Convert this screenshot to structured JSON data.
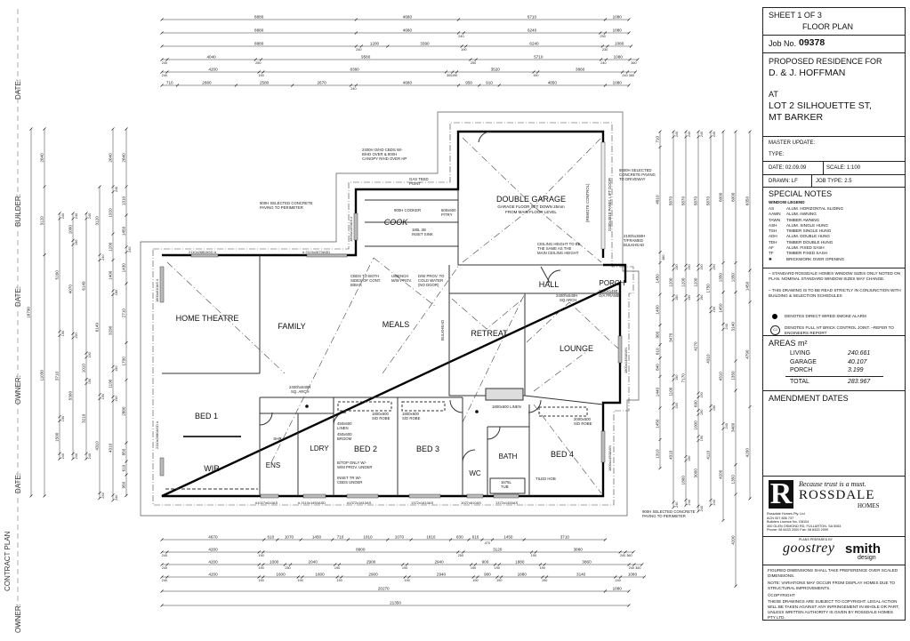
{
  "margin_labels": [
    "DATE:",
    "BUILDER:",
    "DATE:",
    "OWNER:",
    "DATE:",
    "CONTRACT PLAN",
    "OWNER:"
  ],
  "title_block": {
    "sheet": "SHEET   1  OF 3",
    "sheet_title": "FLOOR PLAN",
    "job_no_label": "Job No.",
    "job_no": "09378",
    "proposed": "PROPOSED RESIDENCE FOR",
    "client": "D. & J. HOFFMAN",
    "at": "AT",
    "address_1": "LOT 2 SILHOUETTE ST,",
    "address_2": "MT BARKER",
    "master_update": "MASTER UPDATE:",
    "type": "TYPE:",
    "date": "DATE: 02.09.09",
    "scale": "SCALE: 1:100",
    "drawn": "DRAWN: LF",
    "job_type": "JOB TYPE: 2.5",
    "special_notes": "SPECIAL NOTES",
    "window_legend_title": "WINDOW LEGEND",
    "window_legend": [
      {
        "code": "AS",
        "desc": "ALUM. HORIZONTAL SLIDING"
      },
      {
        "code": "AAWN",
        "desc": "ALUM. AWNING"
      },
      {
        "code": "TAWN",
        "desc": "TIMBER AWNING"
      },
      {
        "code": "ASH",
        "desc": "ALUM. SINGLE HUNG"
      },
      {
        "code": "TSH",
        "desc": "TIMBER SINGLE HUNG"
      },
      {
        "code": "ADH",
        "desc": "ALUM. DOUBLE HUNG"
      },
      {
        "code": "TDH",
        "desc": "TIMBER DOUBLE HUNG"
      },
      {
        "code": "AF",
        "desc": "ALUM. FIXED SASH"
      },
      {
        "code": "TF",
        "desc": "TIMBER FIXED SASH"
      },
      {
        "code": "✱",
        "desc": "BRICKWORK OVER OPENING"
      }
    ],
    "note_1": "– STANDARD ROSSDALE HOMES WINDOW SIZES ONLY NOTED ON PLAN. NOMINAL STANDARD WINDOW SIZES MAY CHANGE.",
    "note_2": "– THIS DRAWING IS TO BE READ STRICTLY IN CONJUNCTION WITH BUILDING & SELECTION SCHEDULES",
    "smoke_alarm": "DENOTES DIRECT WIRED SMOKE ALARM",
    "control_joint": "DENOTES FULL HT BRICK CONTROL JOINT. –REFER TO ENGINEERS REPORT",
    "control_joint_symbol": "CJ",
    "areas_title": "AREAS m²",
    "areas": [
      {
        "label": "LIVING",
        "value": "240.661"
      },
      {
        "label": "GARAGE",
        "value": "40.107"
      },
      {
        "label": "PORCH",
        "value": "3.199"
      }
    ],
    "total_label": "TOTAL",
    "total_value": "283.967",
    "amendment_dates": "AMENDMENT DATES",
    "logo_tagline": "Because trust is a must.",
    "logo_name": "ROSSDALE",
    "logo_sub": "HOMES",
    "logo_letter": "R",
    "company": [
      "Rossdale Homes Pty. Ltd",
      "ACN 007 806 737",
      "Builders Licence No. G8104",
      "300 GLEN OSMOND RD, FULLARTON, SA 5063",
      "Phone: 08 8433 2000  Fax: 08 8433 2099"
    ],
    "prepared_by": "PLANS PREPARED BY",
    "designer_1": "goostrey",
    "designer_2": "smith",
    "designer_3": "design",
    "footer_1": "FIGURED DIMENSIONS SHALL TAKE PREFERENCE OVER SCALED DIMENSIONS.",
    "footer_2": "NOTE: VARIATIONS MAY OCCUR FROM DISPLAY HOMES DUE TO STRUCTURAL IMPROVEMENTS.",
    "copyright": "©COPYRIGHT",
    "footer_3": "THESE DRAWINGS ARE SUBJECT TO COPYRIGHT. LEGAL ACTION WILL BE TAKEN AGAINST ANY INFRINGEMENT IN WHOLE OR PART, UNLESS WRITTEN AUTHORITY IS GIVEN BY ROSSDALE HOMES PTY LTD."
  },
  "rooms": {
    "home_theatre": "HOME THEATRE",
    "family": "FAMILY",
    "meals": "MEALS",
    "cook": "COOK",
    "double_garage": "DOUBLE GARAGE",
    "garage_note_1": "GARAGE FLOOR SET DOWN 25mm",
    "garage_note_2": "FROM MAIN FLOOR LEVEL",
    "retreat": "RETREAT",
    "lounge": "LOUNGE",
    "hall": "HALL",
    "porch": "PORCH",
    "bed1": "BED 1",
    "wir": "WIR",
    "ens": "ENS",
    "ldry": "LDRY",
    "bed2": "BED 2",
    "bed3": "BED 3",
    "wc": "WC",
    "bath": "BATH",
    "bed4": "BED 4",
    "shr": "SHR"
  },
  "notes": {
    "canopy": [
      "2400H O/HD CBDS W/-",
      "B/HD OVER & 900H",
      "CANOPY R/HD OVER HP"
    ],
    "gas": [
      "GAS TBSD",
      "POINT"
    ],
    "paving_left": [
      "900H SELECTED CONCRETE",
      "PAVING TO PERIMETER"
    ],
    "cooker": "900H COOKER",
    "pantry": [
      "600x600",
      "P/TRY"
    ],
    "sink": [
      "180L 2B",
      "INSET SINK"
    ],
    "cbds": [
      "CBDS TO BOTH",
      "SIDES OF CONT.",
      "B/BAR"
    ],
    "uwbench": [
      "U/BENCH",
      "M/W PROV."
    ],
    "dw": [
      "D/W PROV. TO",
      "COLD WATER",
      "(NO DOOR)"
    ],
    "panel_door": "2100x4810 PANEL LIFT DOOR",
    "remote": "(REMOTE CONTROL)",
    "paving_drive": [
      "5500H SELECTED",
      "CONCRETE PAVING",
      "TO DRIVEWAY"
    ],
    "ceiling": [
      "CEILING HEIGHT TO BE",
      "THE SAME AS THE",
      "MAIN CEILING HEIGHT"
    ],
    "bulkhead": [
      "2100hx350H",
      "T/FRAMED",
      "BULKHEAD"
    ],
    "porch_frame": [
      "2100x1450",
      "O/A FRAME"
    ],
    "hall_arch": [
      "2400hx540H",
      "SQ ARCH"
    ],
    "sq_arch": [
      "2400hx840H",
      "SQ. ARCH"
    ],
    "linen": [
      "450x600",
      "LINEN"
    ],
    "broom": [
      "450x600",
      "BROOM"
    ],
    "btop": [
      "B/TOP ONLY W/-",
      "W/M PROV. UNDER"
    ],
    "inset_tr": [
      "INSET TR W/-",
      "CBDS UNDER"
    ],
    "robe2": [
      "1800x600",
      "S/D ROBE"
    ],
    "robe3": [
      "1800x600",
      "S/D ROBE"
    ],
    "robe4": [
      "2000x600",
      "S/D ROBE"
    ],
    "linen_hall": "1800x600 LINEN",
    "tub": [
      "1675L",
      "TUB"
    ],
    "tiled_hob": "TILED HOB",
    "paving_bottom": [
      "900H SELECTED CONCRETE",
      "PAVING TO PERIMETER"
    ],
    "bulkhead_v": "BULKHEAD"
  },
  "windows": {
    "w1": "2110x2680ASD #",
    "w2": "# 2110x2670ASD",
    "w3": "1800x1450AS #",
    "w4": "2110x2680ASD #",
    "w5": "1800x610AS #",
    "w6": "#1027x610AS",
    "w7": "# 2110x1450ASD",
    "w8": "#1372x1810AS",
    "w9": "1372x1810AS",
    "w10": "1027x610AS",
    "w11": "1372x1450AS",
    "w12": "1800x1450AWN",
    "w13": "1800x1450AWN"
  },
  "dimensions": {
    "top": [
      [
        8880,
        4680,
        6710,
        1080
      ],
      [
        8880,
        4680,
        240,
        6240,
        230,
        1080
      ],
      [
        8880,
        240,
        1200,
        3390,
        190,
        6240,
        230,
        1080
      ],
      [
        240,
        4040,
        250,
        9580,
        250,
        5710,
        240,
        1080,
        360
      ],
      [
        240,
        4200,
        190,
        8360,
        300,
        190,
        3520,
        190,
        3860,
        240,
        360
      ],
      [
        710,
        2680,
        2580,
        2670,
        240,
        4680,
        950,
        910,
        4850,
        1080
      ]
    ],
    "bottom": [
      [
        4670,
        610,
        1070,
        1450,
        710,
        1810,
        1070,
        1810,
        830,
        610,
        470,
        1450,
        3710
      ],
      [
        240,
        4200,
        190,
        8900,
        250,
        3120,
        190,
        3860,
        240,
        360
      ],
      [
        240,
        4200,
        190,
        1000,
        250,
        2040,
        190,
        2900,
        190,
        2940,
        190,
        900,
        190,
        1880,
        190,
        3860,
        240,
        360
      ],
      [
        240,
        4200,
        190,
        1600,
        190,
        1600,
        190,
        2900,
        190,
        2940,
        190,
        900,
        190,
        1880,
        190,
        3140,
        240,
        1080
      ],
      [
        20270,
        1080
      ],
      [
        21350
      ]
    ],
    "left": [
      [
        16790
      ],
      [
        2640,
        3120,
        11030
      ],
      [
        240,
        5160,
        190,
        3710,
        190,
        1500,
        240
      ],
      [
        240,
        1000,
        190,
        4070,
        190,
        5300,
        240
      ],
      [
        240,
        6149,
        190,
        1010,
        190,
        3210,
        240
      ],
      [
        3120,
        240,
        6149,
        190,
        4310,
        240
      ],
      [
        2640,
        240,
        1920,
        1200,
        1400,
        180,
        3290,
        190,
        1190,
        190,
        4310,
        240
      ],
      [
        2640,
        1310,
        1450,
        240,
        1430,
        2710,
        1700,
        2880,
        850,
        610,
        950
      ]
    ],
    "right": [
      [
        710,
        4810,
        480,
        1450,
        1400,
        900,
        610,
        840,
        1440,
        1450,
        1310
      ],
      [
        240,
        5870,
        190,
        1200,
        190,
        3470,
        190,
        1100,
        190,
        4310,
        240
      ],
      [
        240,
        5870,
        190,
        1200,
        190,
        7170,
        190,
        1800,
        240
      ],
      [
        240,
        5870,
        190,
        1200,
        190,
        4270,
        190,
        600,
        190,
        1000,
        190,
        3000,
        240
      ],
      [
        240,
        5870,
        190,
        1750,
        190,
        4310,
        190,
        4110,
        240
      ],
      [
        6000,
        1350,
        1450,
        240,
        4310,
        240,
        4200
      ],
      [
        6000,
        1350,
        3140,
        1350,
        3400,
        1350,
        4200
      ],
      [
        6350,
        1450,
        4790,
        4200
      ]
    ]
  }
}
